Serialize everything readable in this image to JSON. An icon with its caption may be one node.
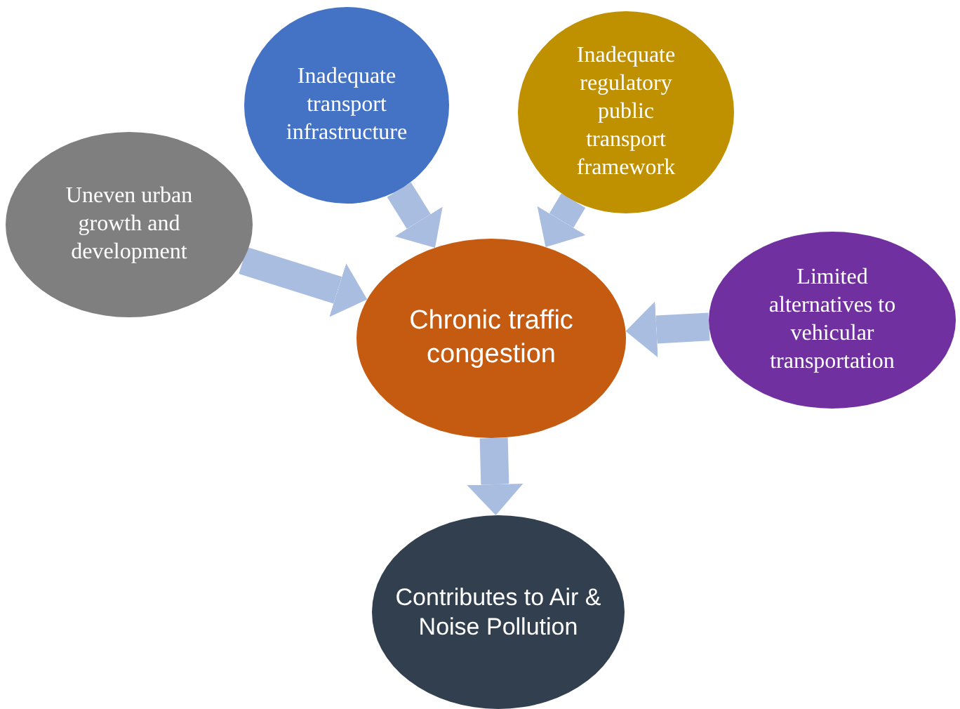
{
  "diagram": {
    "nodes": [
      {
        "text": [
          "Inadequate transport infrastructure"
        ]
      },
      {
        "text": [
          "Inadequate regulatory public transport framework"
        ]
      },
      {
        "text": [
          "Uneven urban growth and development"
        ]
      },
      {
        "text": [
          "Chronic traffic congestion"
        ]
      },
      {
        "text": [
          "Limited alternatives to vehicular transportation"
        ]
      },
      {
        "text": [
          "Contributes to Air & Noise Pollution"
        ]
      }
    ],
    "edges": [
      {
        "from": 0,
        "to": 3,
        "arrow": "to"
      },
      {
        "from": 1,
        "to": 3,
        "arrow": "to"
      },
      {
        "from": 2,
        "to": 3,
        "arrow": "to"
      },
      {
        "from": 4,
        "to": 3,
        "arrow": "to"
      },
      {
        "from": 3,
        "to": 5,
        "arrow": "to"
      }
    ]
  }
}
